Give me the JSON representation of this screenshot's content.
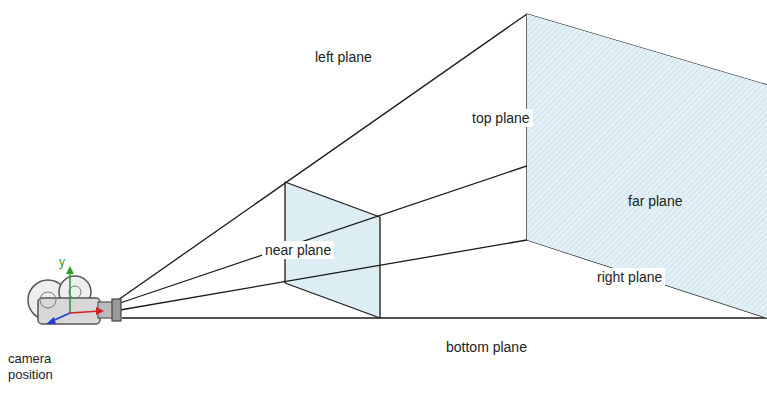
{
  "diagram": {
    "nodes": [
      {
        "text": [
          "far plane"
        ]
      }
    ],
    "labels": [
      "left plane",
      "top plane",
      "near plane",
      "right plane",
      "bottom plane",
      "camera position",
      "y"
    ]
  }
}
